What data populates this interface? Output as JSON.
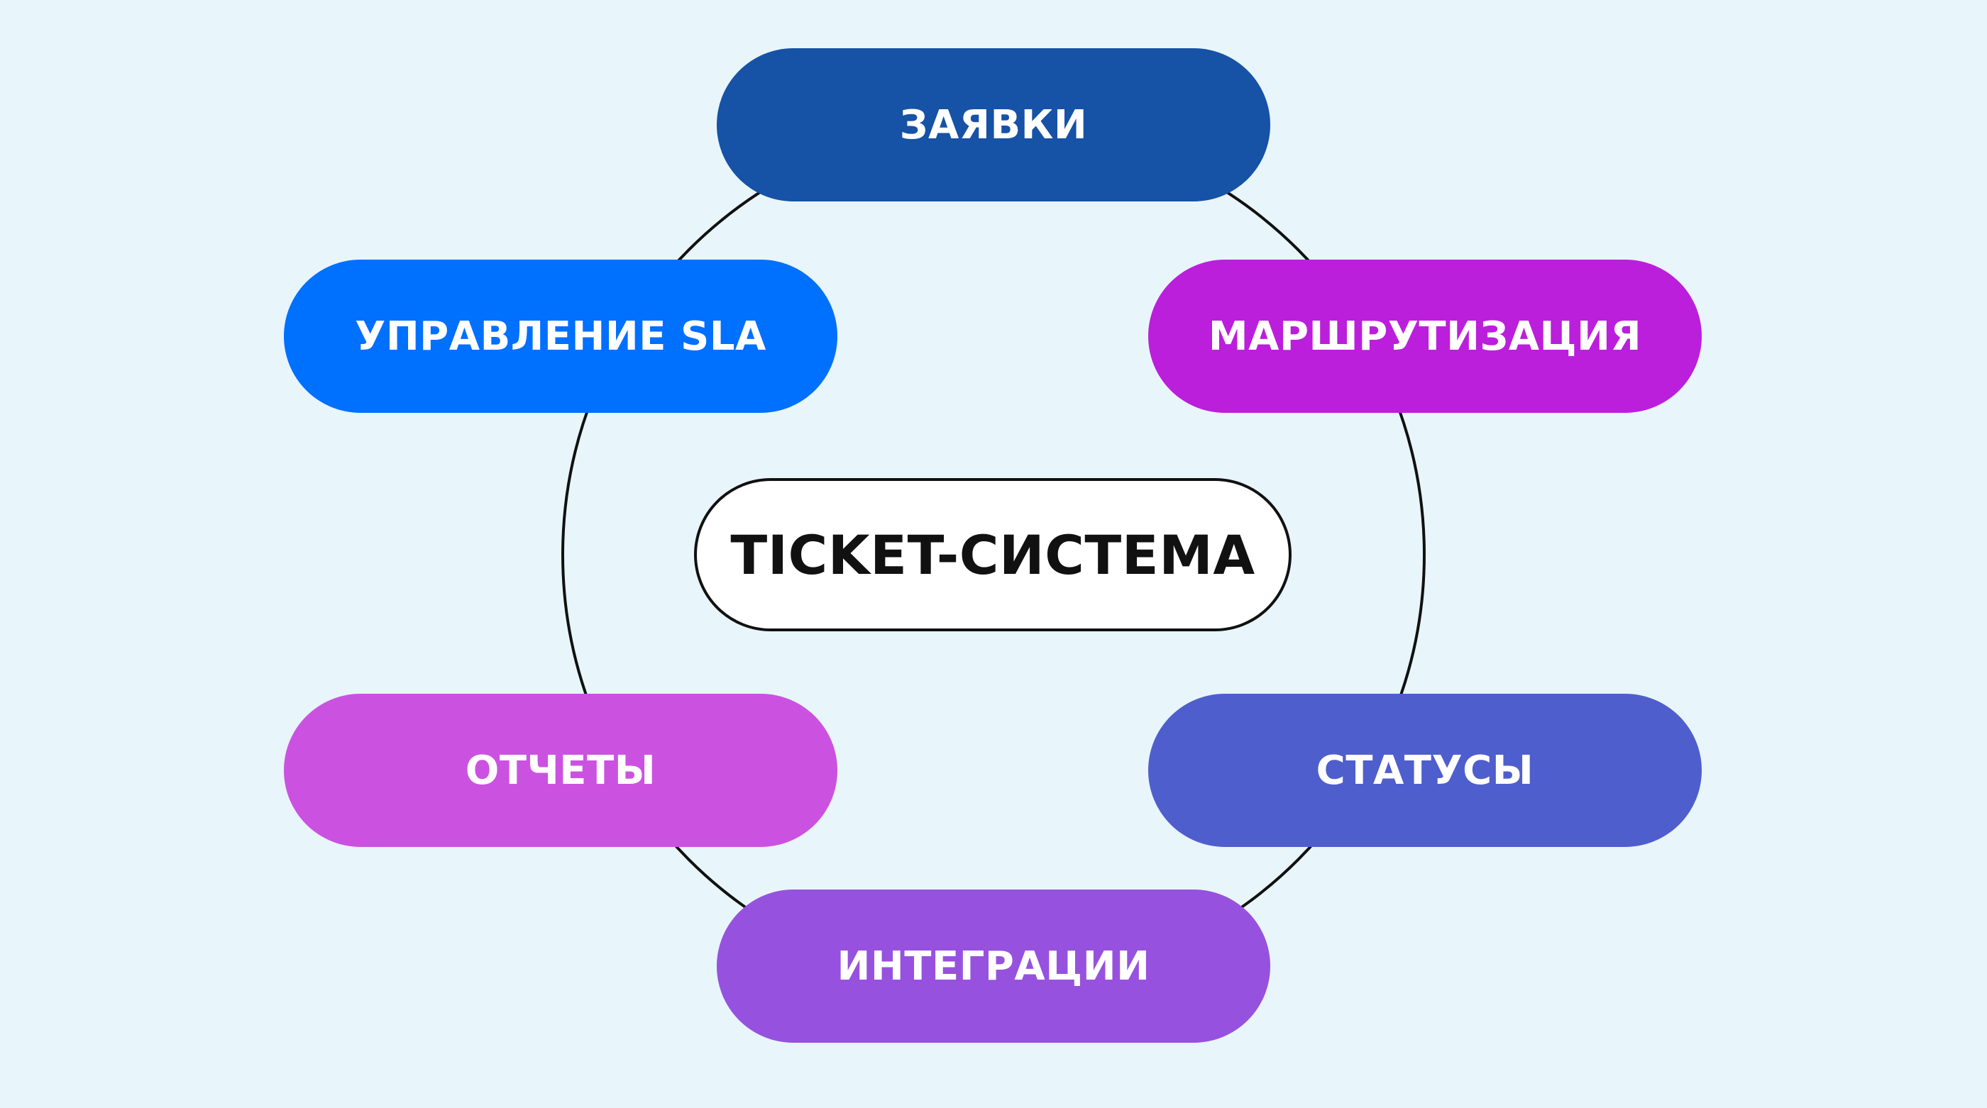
{
  "center": {
    "label": "TICKET-СИСТЕМА"
  },
  "nodes": [
    {
      "label": "ЗАЯВКИ",
      "color": "#1652a6"
    },
    {
      "label": "МАРШРУТИЗАЦИЯ",
      "color": "#bb1fdb"
    },
    {
      "label": "СТАТУСЫ",
      "color": "#4f5ecd"
    },
    {
      "label": "ИНТЕГРАЦИИ",
      "color": "#9652de"
    },
    {
      "label": "ОТЧЕТЫ",
      "color": "#cb52e0"
    },
    {
      "label": "УПРАВЛЕНИЕ SLA",
      "color": "#0070ff"
    }
  ],
  "colors": {
    "background": "#e8f5fa",
    "ring": "#111111"
  }
}
